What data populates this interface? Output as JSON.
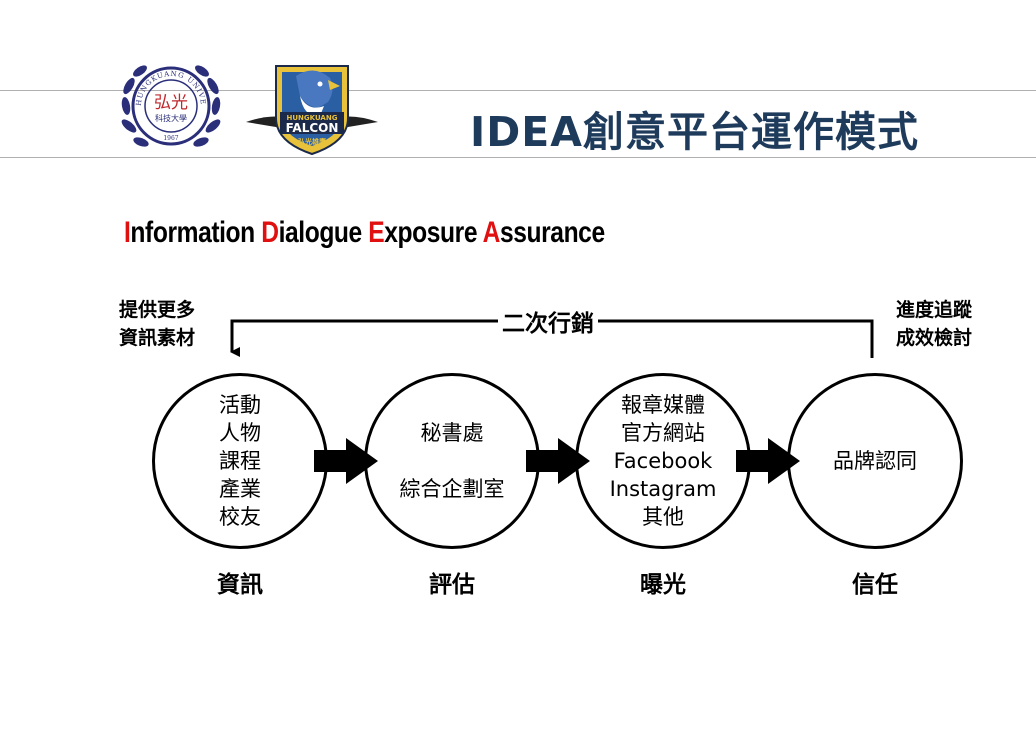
{
  "header": {
    "title": "IDEA創意平台運作模式",
    "logo_left_text": "弘光",
    "logo_left_sub": "科技大學",
    "logo_left_ring": "HUNGKUANG UNIVERSITY",
    "logo_left_year": "1967",
    "logo_right_line1": "HUNGKUANG",
    "logo_right_line2": "FALCON",
    "logo_right_line3": "弘光雄鷹"
  },
  "tagline": {
    "words": [
      {
        "cap": "I",
        "rest": "nformation "
      },
      {
        "cap": "D",
        "rest": "ialogue "
      },
      {
        "cap": "E",
        "rest": "xposure "
      },
      {
        "cap": "A",
        "rest": "ssurance"
      }
    ]
  },
  "loop": {
    "label": "二次行銷",
    "left_note": [
      "提供更多",
      "資訊素材"
    ],
    "right_note": [
      "進度追蹤",
      "成效檢討"
    ]
  },
  "stages": [
    {
      "name": "資訊",
      "items": [
        "活動",
        "人物",
        "課程",
        "產業",
        "校友"
      ]
    },
    {
      "name": "評估",
      "items": [
        "秘書處",
        "",
        "綜合企劃室"
      ]
    },
    {
      "name": "曝光",
      "items": [
        "報章媒體",
        "官方網站",
        "Facebook",
        "Instagram",
        "其他"
      ]
    },
    {
      "name": "信任",
      "items": [
        "品牌認同"
      ]
    }
  ],
  "colors": {
    "title": "#1f3b5c",
    "accent_red": "#e01010",
    "rule": "#b0b0b0",
    "logo_navy": "#2b2f7a"
  }
}
